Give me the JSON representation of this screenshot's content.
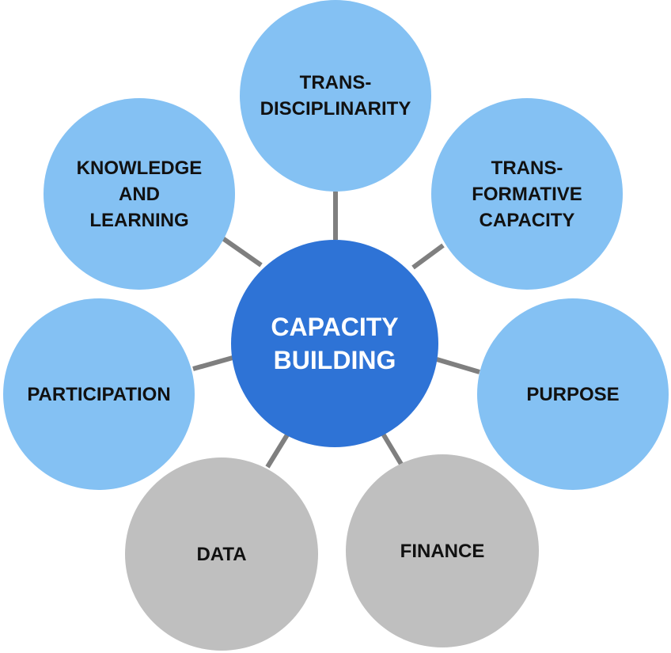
{
  "hub": {
    "label": "CAPACITY\nBUILDING",
    "color": "#2e73d6"
  },
  "nodes": [
    {
      "id": "trans-disciplinarity",
      "label": "TRANS-\nDISCIPLINARITY",
      "color": "#84c1f3"
    },
    {
      "id": "knowledge-and-learning",
      "label": "KNOWLEDGE\nAND\nLEARNING",
      "color": "#84c1f3"
    },
    {
      "id": "transformative-capacity",
      "label": "TRANS-\nFORMATIVE\nCAPACITY",
      "color": "#84c1f3"
    },
    {
      "id": "participation",
      "label": "PARTICIPATION",
      "color": "#84c1f3"
    },
    {
      "id": "purpose",
      "label": "PURPOSE",
      "color": "#84c1f3"
    },
    {
      "id": "data",
      "label": "DATA",
      "color": "#bfbfbf"
    },
    {
      "id": "finance",
      "label": "FINANCE",
      "color": "#bfbfbf"
    }
  ],
  "connector_color": "#7f7f7f"
}
